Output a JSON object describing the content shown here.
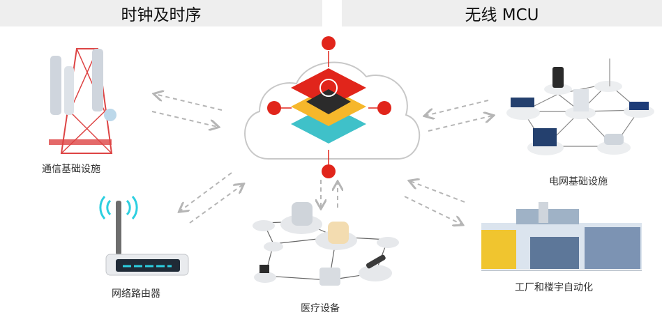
{
  "header": {
    "left_title": "时钟及时序",
    "right_title": "无线 MCU"
  },
  "labels": {
    "telecom": "通信基础设施",
    "router": "网络路由器",
    "medical": "医疗设备",
    "grid": "电网基础设施",
    "factory": "工厂和楼宇自动化"
  },
  "colors": {
    "accent_red": "#e1251b",
    "arrow_gray": "#b5b5b5",
    "header_bg": "#eeeeee",
    "chip_gold": "#f6b72b",
    "chip_teal": "#3fc1c9"
  },
  "icons": [
    "cell-tower-icon",
    "wifi-router-icon",
    "medical-devices-icon",
    "smart-grid-icon",
    "factory-icon",
    "cloud-chip-icon"
  ]
}
